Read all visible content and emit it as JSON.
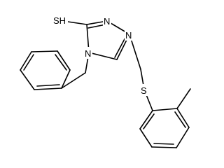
{
  "molecule": {
    "atoms": {
      "thiol": "SH",
      "n_top": "N",
      "n_right": "N",
      "n_ring": "N",
      "thioether": "S"
    }
  },
  "colors": {
    "bond": "#000000",
    "background": "#ffffff"
  }
}
